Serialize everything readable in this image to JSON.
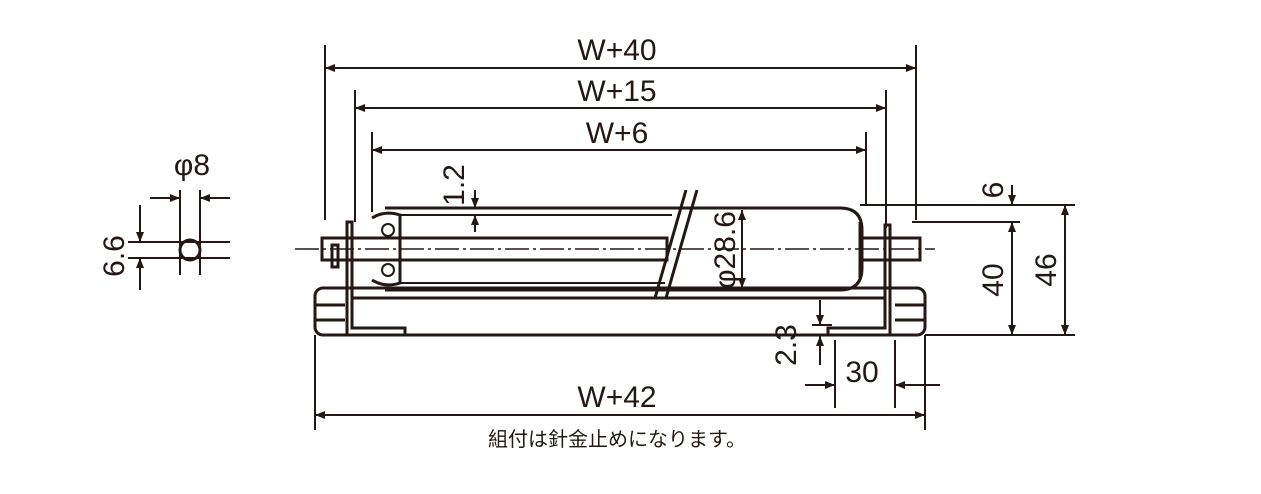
{
  "dimensions": {
    "w40": "W+40",
    "w15": "W+15",
    "w6": "W+6",
    "t12": "1.2",
    "d286": "φ28.6",
    "h6": "6",
    "h40": "40",
    "h46": "46",
    "t23": "2.3",
    "w30": "30",
    "w42": "W+42",
    "d8": "φ8",
    "h66": "6.6"
  },
  "note": "組付は針金止めになります。"
}
